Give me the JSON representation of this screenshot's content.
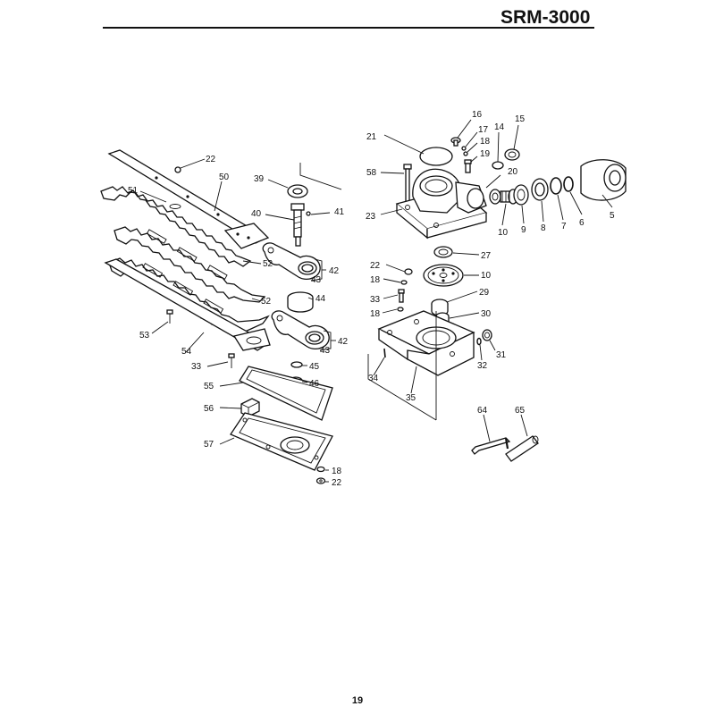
{
  "header": {
    "model": "SRM-3000"
  },
  "page": {
    "number": "19"
  },
  "diagram": {
    "groups": [
      "blade-assembly",
      "gear-case-assembly",
      "tools"
    ],
    "callouts": [
      "16",
      "17",
      "18",
      "19",
      "14",
      "15",
      "21",
      "20",
      "58",
      "5",
      "6",
      "7",
      "8",
      "9",
      "10",
      "23",
      "22",
      "50",
      "39",
      "51",
      "40",
      "41",
      "52",
      "42",
      "43",
      "52",
      "44",
      "53",
      "54",
      "42",
      "43",
      "33",
      "45",
      "46",
      "55",
      "56",
      "57",
      "18",
      "22",
      "27",
      "22",
      "10",
      "18",
      "29",
      "33",
      "18",
      "30",
      "31",
      "32",
      "34",
      "35",
      "64",
      "65"
    ]
  }
}
